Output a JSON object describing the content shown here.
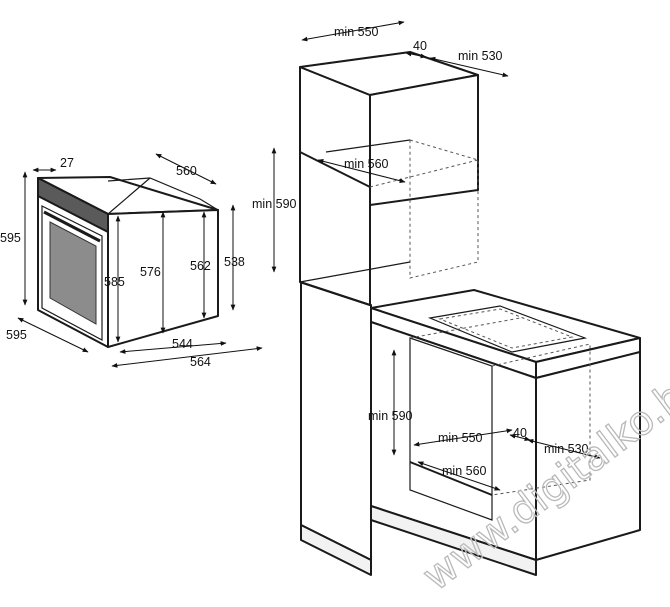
{
  "oven_dimensions": {
    "d_27": "27",
    "d_560": "560",
    "d_595_height": "595",
    "d_595_width": "595",
    "d_585": "585",
    "d_576": "576",
    "d_562": "562",
    "d_538": "538",
    "d_544": "544",
    "d_564": "564"
  },
  "tall_cabinet": {
    "min_550": "min 550",
    "d_40": "40",
    "min_530": "min 530",
    "min_560": "min 560",
    "min_590": "min 590"
  },
  "under_counter": {
    "min_590": "min 590",
    "min_550": "min 550",
    "d_40": "40",
    "min_530": "min 530",
    "min_560": "min 560"
  },
  "watermark": "www.digitalko.hu"
}
